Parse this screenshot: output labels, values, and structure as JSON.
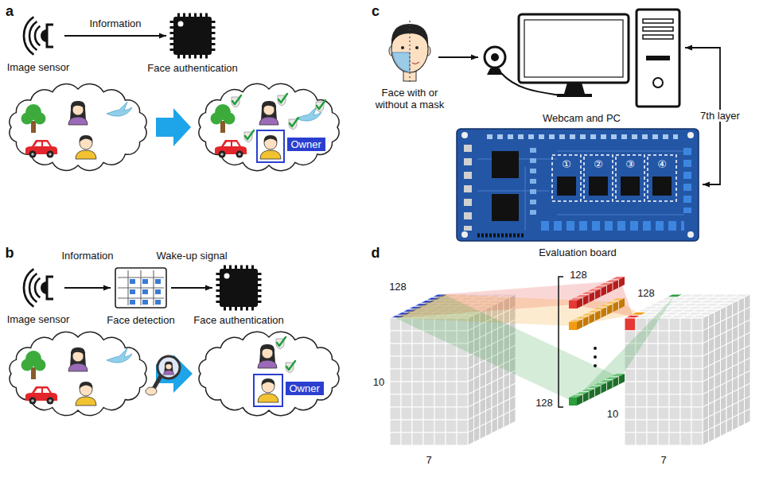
{
  "diagram": {
    "nodes": [
      {
        "text": [
          "Image sensor"
        ]
      },
      {
        "text": [
          "Face authentication"
        ]
      },
      {
        "text": [
          "Owner"
        ]
      },
      {
        "text": [
          "Image sensor"
        ]
      },
      {
        "text": [
          "Face detection"
        ]
      },
      {
        "text": [
          "Face authentication"
        ]
      },
      {
        "text": [
          "Owner"
        ]
      },
      {
        "text": [
          "Face with or without a mask"
        ]
      },
      {
        "text": [
          "Webcam and PC"
        ]
      },
      {
        "text": [
          "Evaluation board"
        ]
      }
    ],
    "edges": [
      {
        "from": 0,
        "to": 1,
        "arrow": "to",
        "label": "Information"
      },
      {
        "from": 3,
        "to": 4,
        "arrow": "to",
        "label": "Information"
      },
      {
        "from": 4,
        "to": 5,
        "arrow": "to",
        "label": "Wake-up signal"
      },
      {
        "from": 7,
        "to": 8,
        "arrow": "to"
      },
      {
        "from": 8,
        "to": 9,
        "arrow": "both",
        "label": "7th layer"
      }
    ],
    "labels": [
      "a",
      "b",
      "c",
      "d",
      "①",
      "②",
      "③",
      "④",
      "128",
      "10",
      "7",
      "128",
      "128",
      "128",
      "10",
      "7"
    ]
  }
}
